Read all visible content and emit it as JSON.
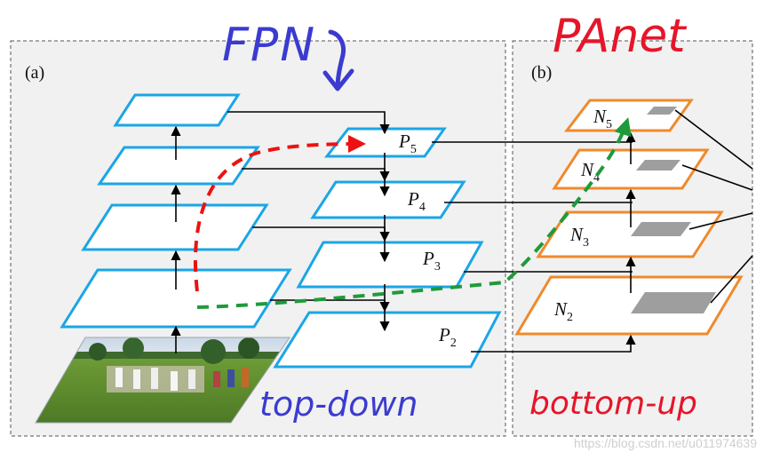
{
  "panels": {
    "a": {
      "label": "(a)"
    },
    "b": {
      "label": "(b)"
    }
  },
  "fpn": {
    "handwritten_title": "FPN",
    "levels": [
      {
        "sub": "5"
      },
      {
        "sub": "4"
      },
      {
        "sub": "3"
      },
      {
        "sub": "2"
      }
    ],
    "level_letter": "P"
  },
  "panet": {
    "handwritten_title": "PAnet",
    "levels": [
      {
        "sub": "5"
      },
      {
        "sub": "4"
      },
      {
        "sub": "3"
      },
      {
        "sub": "2"
      }
    ],
    "level_letter": "N"
  },
  "annotations": {
    "top_down": "top-down",
    "bottom_up": "bottom-up"
  },
  "watermark": "https://blog.csdn.net/u011974639",
  "colors": {
    "panel_bg": "#f1f1f1",
    "fpn_box": "#1aa6e6",
    "panet_box": "#ef8a2c",
    "red_path": "#ee1111",
    "green_path": "#1f9a3a",
    "handwriting_blue": "#3b3bd1",
    "handwriting_red": "#e5162a",
    "gray_roi": "#9e9e9e"
  }
}
